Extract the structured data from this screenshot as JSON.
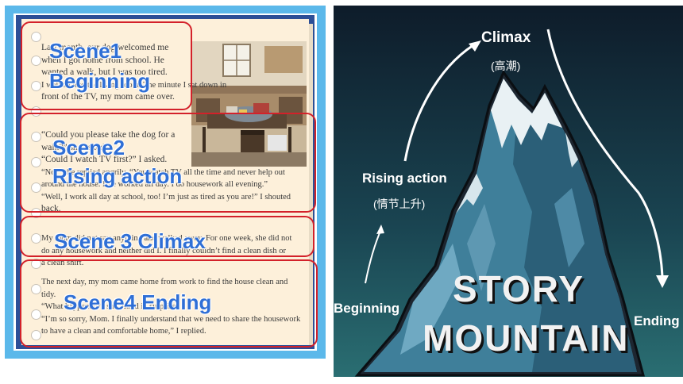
{
  "story": {
    "paragraphs": [
      "Last month, our dog welcomed me",
      "when I got home from school. He",
      "wanted a walk, but I was too tired.",
      "I walked into the living room. The minute I sat down in",
      "front of the TV, my mom came over."
    ],
    "p2": [
      "“Could you please take the dog for a",
      "walk?” she asked.",
      "“Could I watch TV first?” I asked.",
      "“No!” she replied angrily. “You watch TV all the time and never help out",
      "around the house. I’ve worked all day. I do housework all evening.”",
      "“Well, I work all day at school, too! I’m just as tired as you are!” I shouted",
      "back."
    ],
    "p3": [
      "My mom did not say anything and walked away. For one week, she did not",
      "do any housework and neither did I. I finally couldn’t find a clean dish or",
      "a clean shirt."
    ],
    "p4": [
      "The next day, my mom came home from work to find the house clean and",
      "tidy.",
      "“What happened?” she asked in surprise.",
      "“I’m so sorry, Mom. I finally understand that we need to share the housework",
      "to have a clean and comfortable home,” I replied."
    ]
  },
  "scenes": {
    "s1a": "Scene1",
    "s1b": "Beginning",
    "s2a": "Scene2",
    "s2b": "Rising action",
    "s3": "Scene 3   Climax",
    "s4": "Scene4   Ending"
  },
  "mountain": {
    "climax": "Climax",
    "climax_cn": "(高潮)",
    "rising": "Rising action",
    "rising_cn": "(情节上升)",
    "beginning": "Beginning",
    "ending": "Ending",
    "title1": "STORY",
    "title2": "MOUNTAIN"
  },
  "colors": {
    "frame": "#5bb8ea",
    "notebook": "#2c4f97",
    "paper": "#fdf0da",
    "scene_box": "#d3212a",
    "scene_label": "#2f6fd6",
    "mountain_bg_top": "#0e1c2a",
    "mountain_bg_bottom": "#2a6e72"
  }
}
